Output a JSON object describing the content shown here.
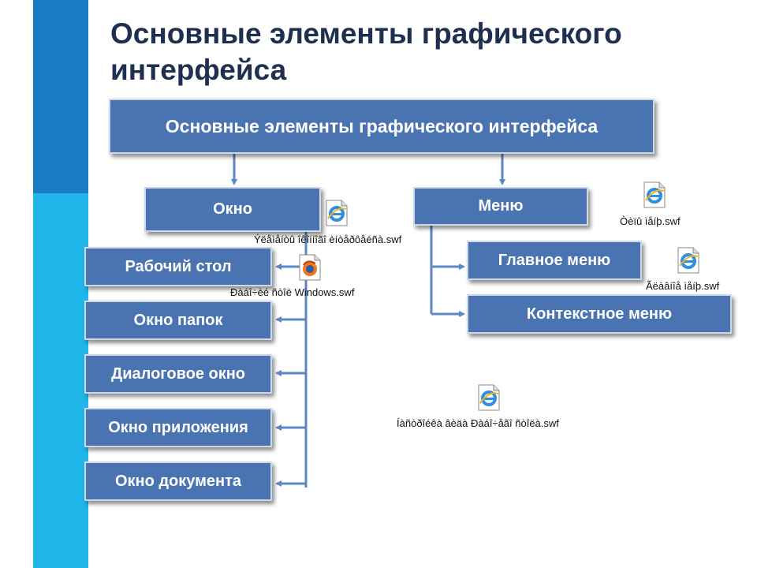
{
  "title": "Основные элементы графического интерфейса",
  "root": "Основные элементы графического интерфейса",
  "nodes": {
    "window": "Окно",
    "menu": "Меню",
    "window_children": [
      "Рабочий стол",
      "Окно папок",
      "Диалоговое окно",
      "Окно приложения",
      "Окно документа"
    ],
    "menu_children": [
      "Главное меню",
      "Контекстное меню"
    ]
  },
  "files": {
    "types_of_windows": {
      "name": "Ýëåìåíòû îêîííîãî èíòåðôåéñà.swf",
      "icon": "ie-flash-file-icon"
    },
    "desktop": {
      "name": "Ðàáî÷èé ñòîë Windows.swf",
      "icon": "firefox-file-icon"
    },
    "menu_types": {
      "name": "Òèïû ìåíþ.swf",
      "icon": "ie-flash-file-icon"
    },
    "main_menu": {
      "name": "Ãëàâíîå ìåíþ.swf",
      "icon": "ie-flash-file-icon"
    },
    "context_menu": {
      "name": "Íàñòðîéêà âèäà Ðàáî÷åãî ñòîëà.swf",
      "icon": "ie-flash-file-icon"
    }
  },
  "colors": {
    "box": "#4a73b2",
    "arrow": "#5b87c5",
    "title": "#1e2f4f",
    "stripe_dark": "#1b7cc4",
    "stripe_light": "#1fb6ea"
  }
}
